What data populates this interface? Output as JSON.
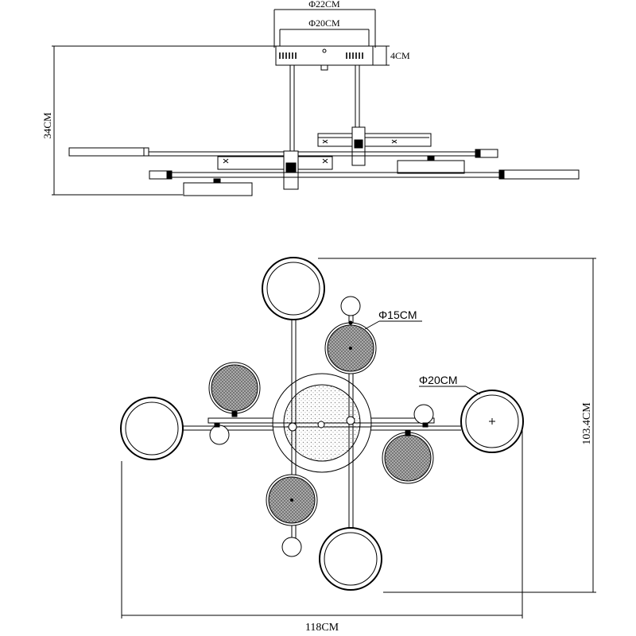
{
  "side_view": {
    "dim_outer_canopy": "Φ22CM",
    "dim_inner_canopy": "Φ20CM",
    "dim_canopy_height": "4CM",
    "dim_total_height": "34CM"
  },
  "top_view": {
    "dim_small_shade": "Φ15CM",
    "dim_large_ring": "Φ20CM",
    "dim_depth": "103.4CM",
    "dim_width": "118CM"
  },
  "colors": {
    "line": "#000000",
    "hatch": "#777777",
    "background": "#ffffff"
  }
}
